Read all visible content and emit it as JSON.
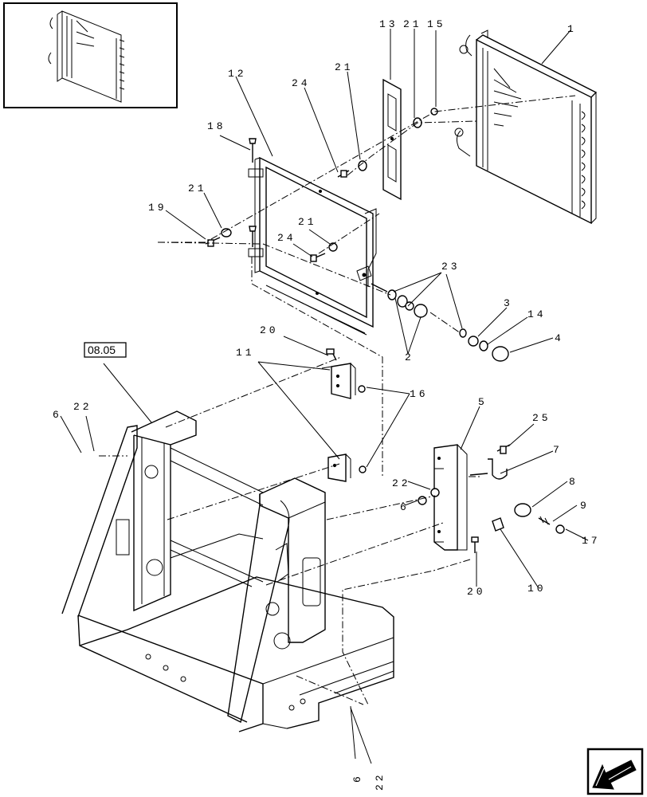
{
  "reference_box": "08.05",
  "callouts": {
    "c1": "1",
    "c2": "2",
    "c3": "3",
    "c4": "4",
    "c5": "5",
    "c6a": "6",
    "c6b": "6",
    "c6c": "6",
    "c7": "7",
    "c8": "8",
    "c9": "9",
    "c10": "10",
    "c11": "11",
    "c12": "12",
    "c13": "13",
    "c14": "14",
    "c15": "15",
    "c16": "16",
    "c17": "17",
    "c18": "18",
    "c19": "19",
    "c20a": "20",
    "c20b": "20",
    "c21a": "21",
    "c21b": "21",
    "c21c": "21",
    "c21d": "21",
    "c22a": "22",
    "c22b": "22",
    "c22c": "22",
    "c23": "23",
    "c24a": "24",
    "c24b": "24",
    "c25": "25"
  },
  "icons": {
    "thumbnail": "radiator-thumbnail-icon",
    "navigation": "navigation-arrow-icon"
  }
}
